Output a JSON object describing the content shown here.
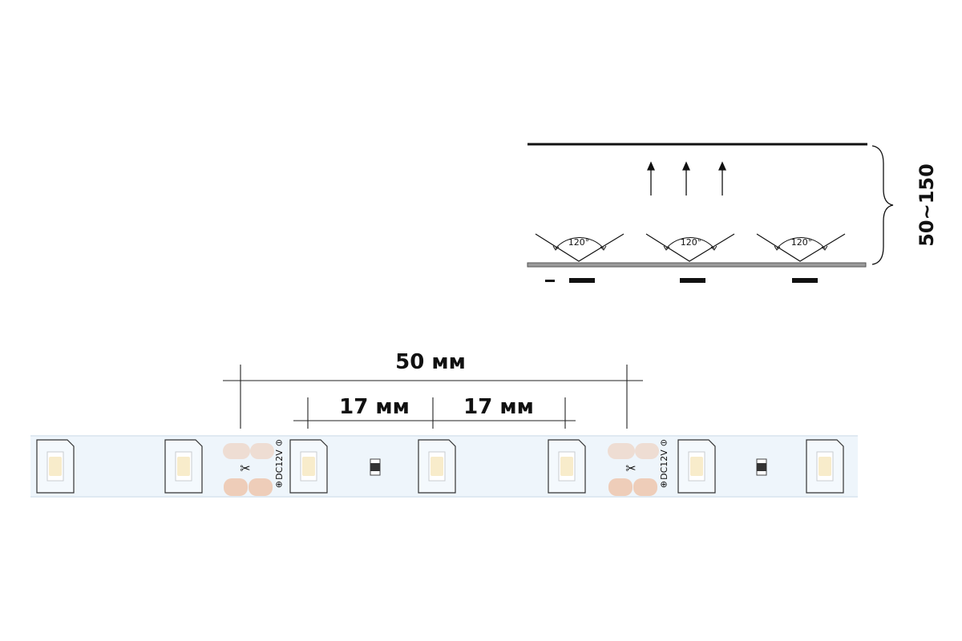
{
  "beam_diagram": {
    "height_label": "50~150",
    "angles": [
      "120°",
      "120°",
      "120°"
    ]
  },
  "strip": {
    "led_pitch_label": "50 мм",
    "segment_left_label": "17 мм",
    "segment_right_label": "17 мм",
    "voltage_label": "DC12V",
    "colors": {
      "strip": "#eef5fb",
      "led_phosphor": "#f8eccb",
      "pad": "#eecdb9"
    }
  }
}
